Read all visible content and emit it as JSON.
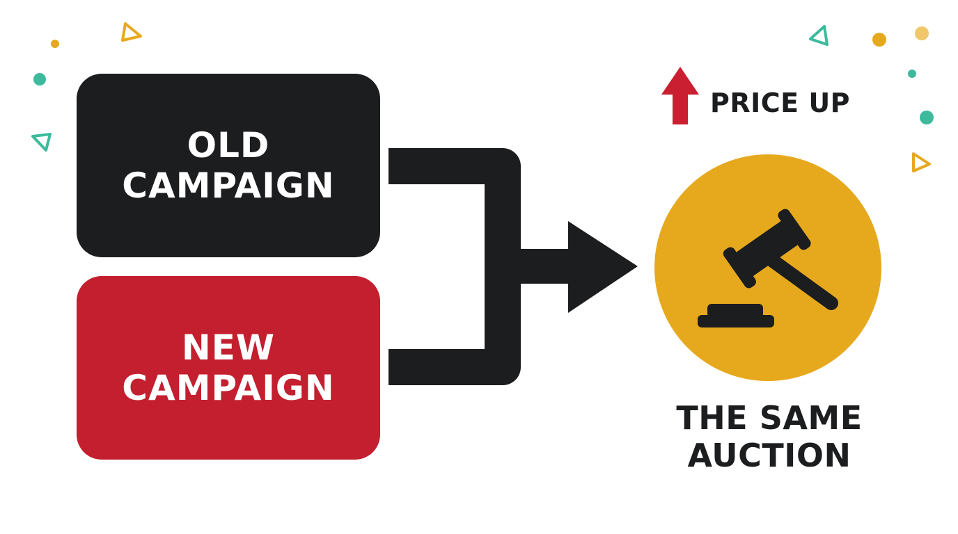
{
  "colors": {
    "old_box": "#1c1d1f",
    "new_box": "#c31f2f",
    "arrow": "#1c1d1f",
    "price_arrow": "#c91f30",
    "circle": "#e6a91e",
    "teal": "#3dba9c",
    "gold": "#e6a91e",
    "text_dark": "#1c1d1f"
  },
  "old_campaign": {
    "line1": "OLD",
    "line2": "CAMPAIGN"
  },
  "new_campaign": {
    "line1": "NEW",
    "line2": "CAMPAIGN"
  },
  "price_indicator": {
    "label": "PRICE UP",
    "icon": "arrow-up-icon"
  },
  "auction": {
    "line1": "THE SAME",
    "line2": "AUCTION",
    "icon": "gavel-icon"
  },
  "decorations": {
    "icons": [
      "dot-icon",
      "triangle-outline-icon"
    ]
  }
}
